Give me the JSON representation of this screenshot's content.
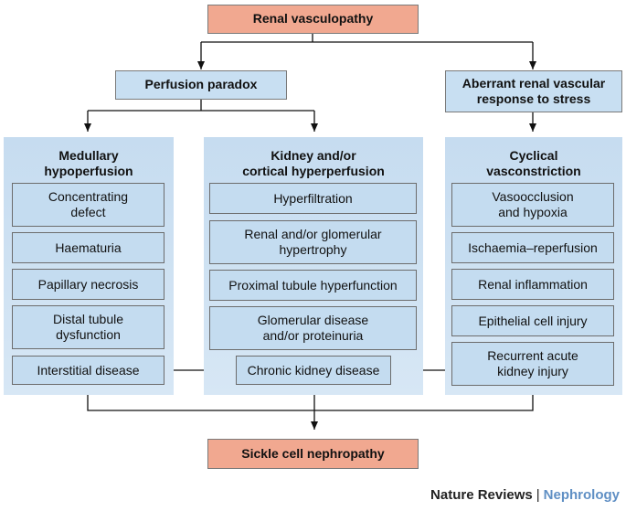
{
  "top": "Renal vasculopathy",
  "bottom": "Sickle cell nephropathy",
  "mechanisms": {
    "left": "Perfusion paradox",
    "right": "Aberrant renal vascular\nresponse to stress"
  },
  "columns": [
    {
      "title": "Medullary\nhypoperfusion",
      "items": [
        "Concentrating\ndefect",
        "Haematuria",
        "Papillary necrosis",
        "Distal tubule\ndysfunction",
        "Interstitial disease"
      ]
    },
    {
      "title": "Kidney and/or\ncortical hyperperfusion",
      "items": [
        "Hyperfiltration",
        "Renal and/or glomerular\nhypertrophy",
        "Proximal tubule hyperfunction",
        "Glomerular disease\nand/or proteinuria",
        "Chronic kidney disease"
      ]
    },
    {
      "title": "Cyclical\nvasconstriction",
      "items": [
        "Vasoocclusion\nand hypoxia",
        "Ischaemia–reperfusion",
        "Renal inflammation",
        "Epithelial cell injury",
        "Recurrent acute\nkidney injury"
      ]
    }
  ],
  "footer": {
    "journal": "Nature Reviews",
    "separator": "|",
    "section": "Nephrology"
  }
}
